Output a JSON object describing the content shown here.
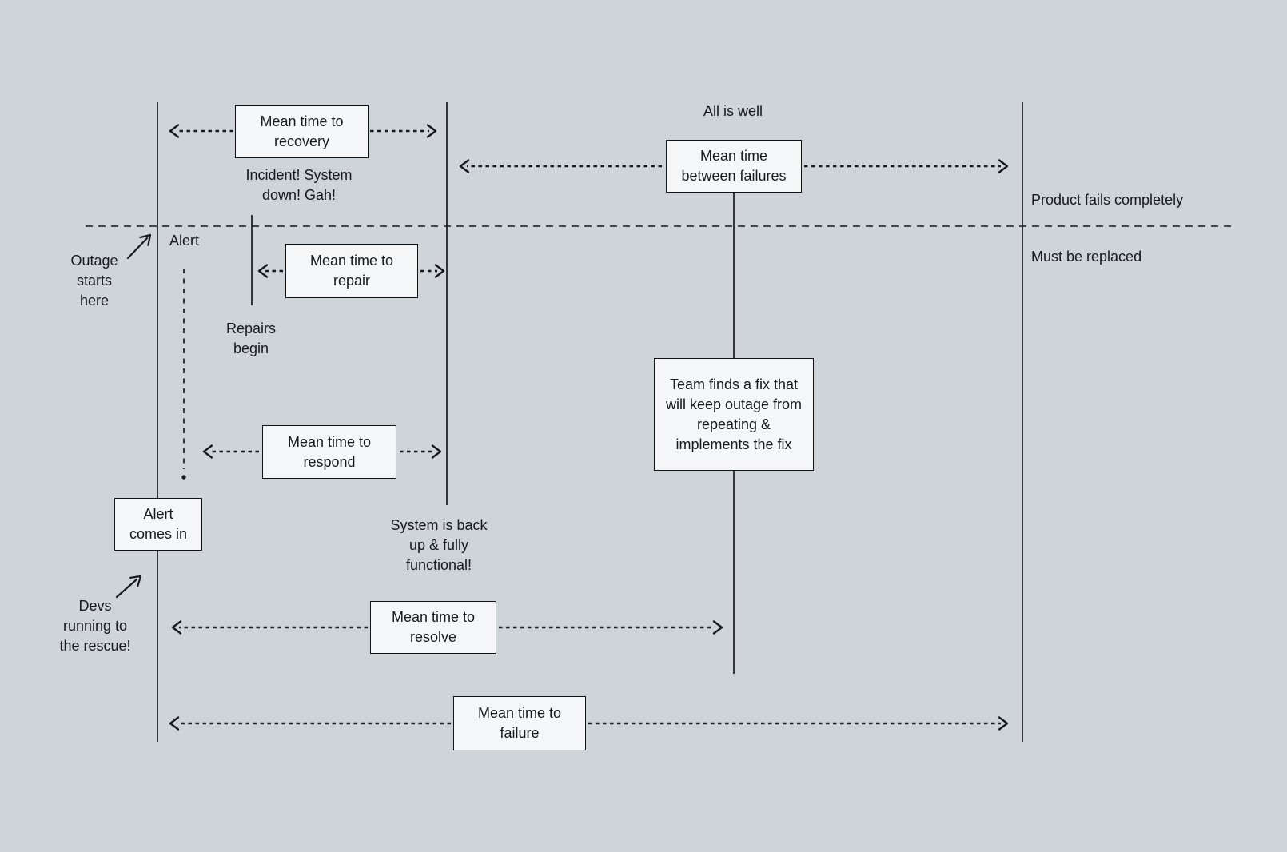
{
  "colors": {
    "background": "#cfd4d9",
    "box_fill": "#f5f6f7",
    "box_border": "#111316",
    "line": "#17191c",
    "text": "#17191c"
  },
  "boxes": {
    "recovery": [
      "Mean time to",
      "recovery"
    ],
    "repair": [
      "Mean time to",
      "repair"
    ],
    "respond": [
      "Mean time to",
      "respond"
    ],
    "resolve": [
      "Mean time to",
      "resolve"
    ],
    "failure": [
      "Mean time to",
      "failure"
    ],
    "between_failures": [
      "Mean time",
      "between failures"
    ],
    "alert_comes_in": [
      "Alert",
      "comes in"
    ],
    "team_fix": [
      "Team finds a fix that",
      "will keep outage from",
      "repeating &",
      "implements the fix"
    ]
  },
  "annotations": {
    "all_is_well": "All is well",
    "incident": [
      "Incident! System",
      "down! Gah!"
    ],
    "alert": "Alert",
    "outage_starts": [
      "Outage",
      "starts",
      "here"
    ],
    "repairs_begin": [
      "Repairs",
      "begin"
    ],
    "system_back": [
      "System is back",
      "up & fully",
      "functional!"
    ],
    "devs_rescue": [
      "Devs",
      "running to",
      "the rescue!"
    ],
    "product_fails": "Product fails completely",
    "must_be_replaced": "Must be replaced"
  }
}
